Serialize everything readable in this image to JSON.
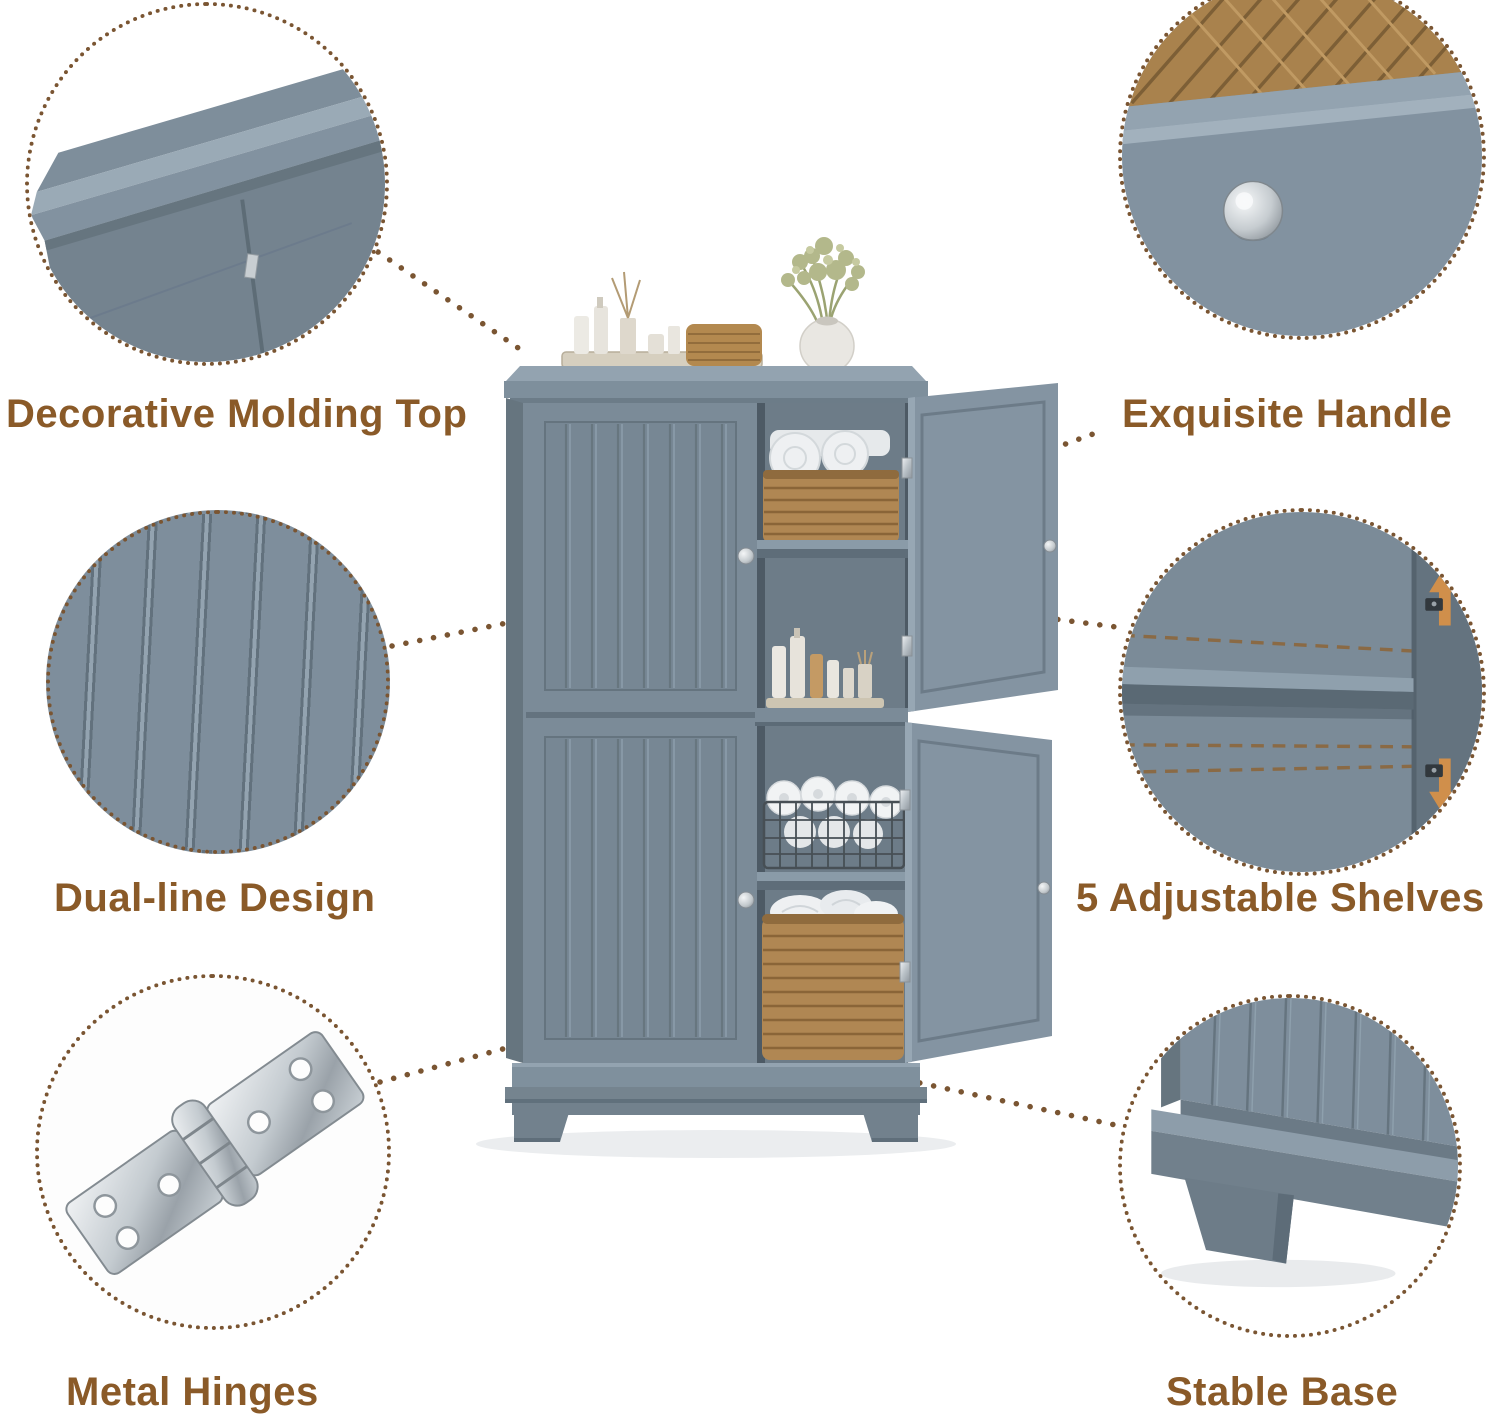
{
  "palette": {
    "label_text": "#8a5a28",
    "connector_dots": "#7a5532",
    "cabinet_body": "#7b8b98",
    "arrow_accent": "#d08f4b",
    "basket_wicker": "#b08753"
  },
  "callouts": {
    "molding": {
      "label": "Decorative Molding Top"
    },
    "handle": {
      "label": "Exquisite Handle"
    },
    "dual_line": {
      "label": "Dual-line Design"
    },
    "shelves": {
      "label": "5 Adjustable Shelves"
    },
    "hinges": {
      "label": "Metal Hinges"
    },
    "base": {
      "label": "Stable Base"
    }
  }
}
